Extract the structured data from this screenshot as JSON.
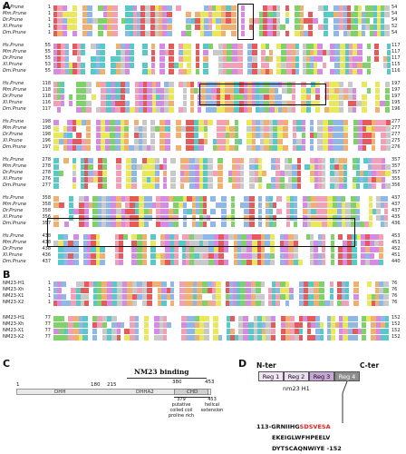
{
  "panels": {
    "a": "A",
    "b": "B",
    "c": "C",
    "d": "D"
  },
  "colors": {
    "palette": [
      "#8fb8e8",
      "#7fd26a",
      "#e55a5a",
      "#d58be3",
      "#f2a0b8",
      "#e8e85a",
      "#58c8c8",
      "#f0b070",
      "#ffffff",
      "#ffffff",
      "#c9c9c9",
      "#ffffff"
    ]
  },
  "alignA": [
    {
      "rows": [
        {
          "name": "Hs.Prune",
          "start": "1",
          "end": "54"
        },
        {
          "name": "Mm.Prune",
          "start": "1",
          "end": "54"
        },
        {
          "name": "Dr.Prune",
          "start": "1",
          "end": "54"
        },
        {
          "name": "Xl.Prune",
          "start": "1",
          "end": "52"
        },
        {
          "name": "Dm.Prune",
          "start": "1",
          "end": "54"
        }
      ]
    },
    {
      "rows": [
        {
          "name": "Hs.Prune",
          "start": "55",
          "end": "117"
        },
        {
          "name": "Mm.Prune",
          "start": "55",
          "end": "117"
        },
        {
          "name": "Dr.Prune",
          "start": "55",
          "end": "117"
        },
        {
          "name": "Xl.Prune",
          "start": "53",
          "end": "115"
        },
        {
          "name": "Dm.Prune",
          "start": "55",
          "end": "116"
        }
      ]
    },
    {
      "rows": [
        {
          "name": "Hs.Prune",
          "start": "118",
          "end": "197"
        },
        {
          "name": "Mm.Prune",
          "start": "118",
          "end": "197"
        },
        {
          "name": "Dr.Prune",
          "start": "118",
          "end": "197"
        },
        {
          "name": "Xl.Prune",
          "start": "116",
          "end": "195"
        },
        {
          "name": "Dm.Prune",
          "start": "117",
          "end": "196"
        }
      ]
    },
    {
      "rows": [
        {
          "name": "Hs.Prune",
          "start": "198",
          "end": "277"
        },
        {
          "name": "Mm.Prune",
          "start": "198",
          "end": "277"
        },
        {
          "name": "Dr.Prune",
          "start": "198",
          "end": "277"
        },
        {
          "name": "Xl.Prune",
          "start": "196",
          "end": "275"
        },
        {
          "name": "Dm.Prune",
          "start": "197",
          "end": "276"
        }
      ]
    },
    {
      "rows": [
        {
          "name": "Hs.Prune",
          "start": "278",
          "end": "357"
        },
        {
          "name": "Mm.Prune",
          "start": "278",
          "end": "357"
        },
        {
          "name": "Dr.Prune",
          "start": "278",
          "end": "357"
        },
        {
          "name": "Xl.Prune",
          "start": "276",
          "end": "355"
        },
        {
          "name": "Dm.Prune",
          "start": "277",
          "end": "356"
        }
      ]
    },
    {
      "rows": [
        {
          "name": "Hs.Prune",
          "start": "358",
          "end": "437"
        },
        {
          "name": "Mm.Prune",
          "start": "358",
          "end": "437"
        },
        {
          "name": "Dr.Prune",
          "start": "358",
          "end": "437"
        },
        {
          "name": "Xl.Prune",
          "start": "356",
          "end": "435"
        },
        {
          "name": "Dm.Prune",
          "start": "357",
          "end": "436"
        }
      ]
    },
    {
      "rows": [
        {
          "name": "Hs.Prune",
          "start": "438",
          "end": "453"
        },
        {
          "name": "Mm.Prune",
          "start": "438",
          "end": "453"
        },
        {
          "name": "Dr.Prune",
          "start": "438",
          "end": "452"
        },
        {
          "name": "Xl.Prune",
          "start": "436",
          "end": "451"
        },
        {
          "name": "Dm.Prune",
          "start": "437",
          "end": "440"
        }
      ]
    }
  ],
  "alignB": [
    {
      "rows": [
        {
          "name": "NM23-H1",
          "start": "1",
          "end": "76"
        },
        {
          "name": "NM23-Xh",
          "start": "1",
          "end": "76"
        },
        {
          "name": "NM23-X1",
          "start": "1",
          "end": "76"
        },
        {
          "name": "NM23-X2",
          "start": "1",
          "end": "76"
        }
      ]
    },
    {
      "rows": [
        {
          "name": "NM23-H1",
          "start": "77",
          "end": "152"
        },
        {
          "name": "NM23-Xh",
          "start": "77",
          "end": "152"
        },
        {
          "name": "NM23-X1",
          "start": "77",
          "end": "152"
        },
        {
          "name": "NM23-X2",
          "start": "77",
          "end": "152"
        }
      ]
    }
  ],
  "panelC": {
    "title": "NM23 binding",
    "ticks": [
      "1",
      "180",
      "215",
      "380",
      "453"
    ],
    "domains": [
      "DHH",
      "DHHA2",
      "CHD"
    ],
    "sub1": [
      "379",
      "putative",
      "coiled coil",
      "proline rich"
    ],
    "sub2": [
      "453",
      "helical",
      "extension"
    ]
  },
  "panelD": {
    "nter": "N-ter",
    "cter": "C-ter",
    "regions": [
      "Reg 1",
      "Reg 2",
      "Reg 3",
      "Reg 4"
    ],
    "protein": "nm23 H1",
    "seq1a": "113-GRNIIHG",
    "seq1b": "SDSVESA",
    "seq2": "EKEIGLWFHPEELV",
    "seq3": "DYTSCAQNWIYE -152"
  }
}
